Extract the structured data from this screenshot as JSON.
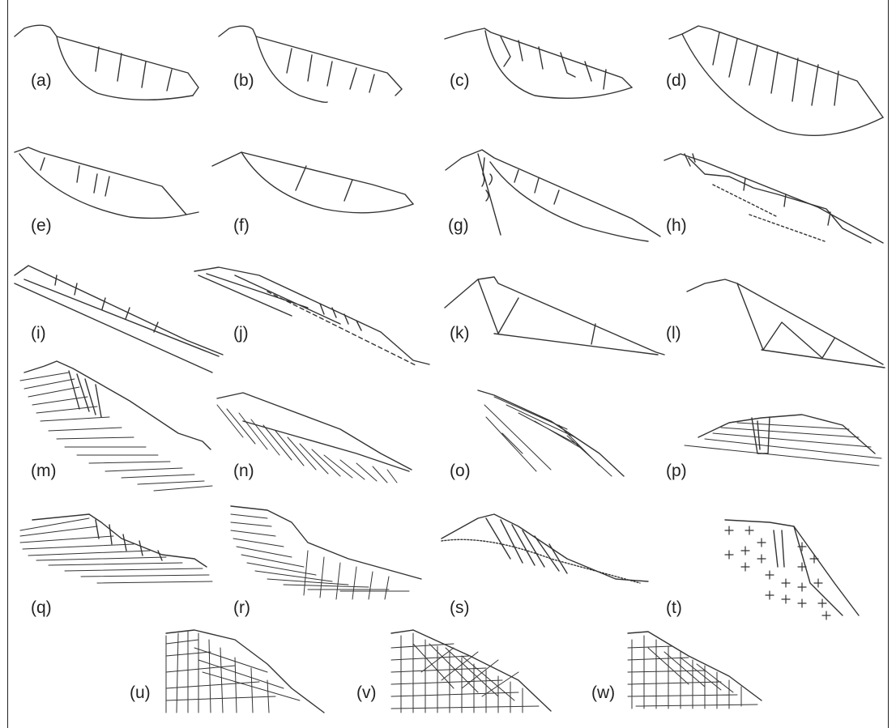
{
  "figure": {
    "panels": [
      {
        "id": "a",
        "label": "(a)"
      },
      {
        "id": "b",
        "label": "(b)"
      },
      {
        "id": "c",
        "label": "(c)"
      },
      {
        "id": "d",
        "label": "(d)"
      },
      {
        "id": "e",
        "label": "(e)"
      },
      {
        "id": "f",
        "label": "(f)"
      },
      {
        "id": "g",
        "label": "(g)"
      },
      {
        "id": "h",
        "label": "(h)"
      },
      {
        "id": "i",
        "label": "(i)"
      },
      {
        "id": "j",
        "label": "(j)"
      },
      {
        "id": "k",
        "label": "(k)"
      },
      {
        "id": "l",
        "label": "(l)"
      },
      {
        "id": "m",
        "label": "(m)"
      },
      {
        "id": "n",
        "label": "(n)"
      },
      {
        "id": "o",
        "label": "(o)"
      },
      {
        "id": "p",
        "label": "(p)"
      },
      {
        "id": "q",
        "label": "(q)"
      },
      {
        "id": "r",
        "label": "(r)"
      },
      {
        "id": "s",
        "label": "(s)"
      },
      {
        "id": "t",
        "label": "(t)"
      },
      {
        "id": "u",
        "label": "(u)"
      },
      {
        "id": "v",
        "label": "(v)"
      },
      {
        "id": "w",
        "label": "(w)"
      }
    ]
  },
  "colors": {
    "line": "#333333",
    "background": "#ffffff"
  }
}
